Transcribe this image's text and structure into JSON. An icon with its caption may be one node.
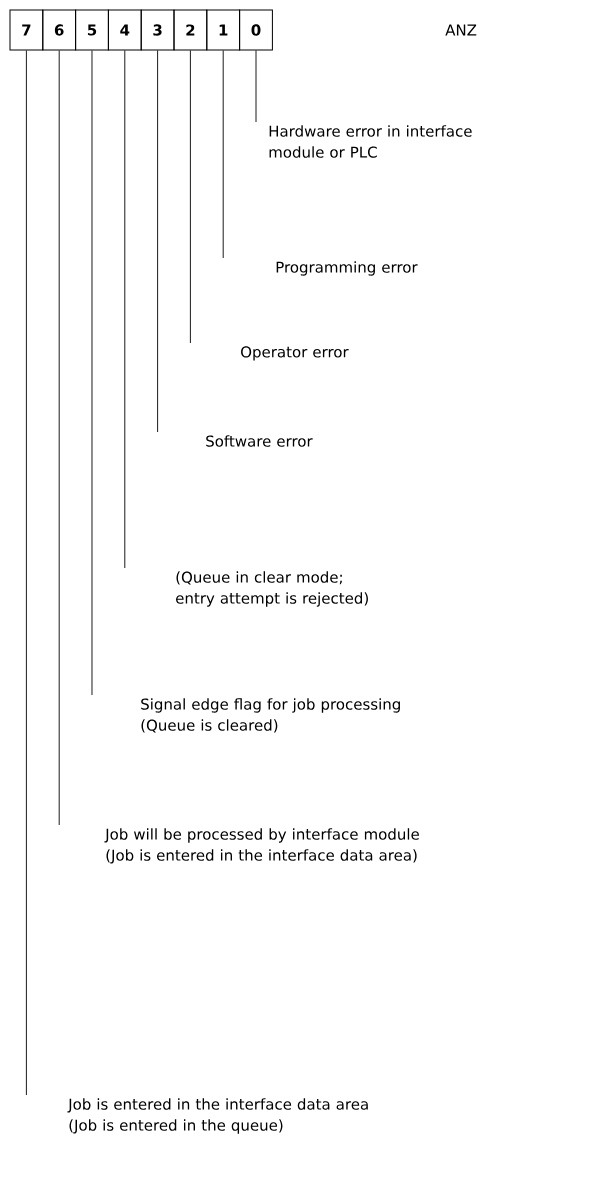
{
  "diagram": {
    "nodes": [
      {
        "text": [
          "7"
        ]
      },
      {
        "text": [
          "6"
        ]
      },
      {
        "text": [
          "5"
        ]
      },
      {
        "text": [
          "4"
        ]
      },
      {
        "text": [
          "3"
        ]
      },
      {
        "text": [
          "2"
        ]
      },
      {
        "text": [
          "1"
        ]
      },
      {
        "text": [
          "0"
        ]
      },
      {
        "text": [
          "Hardware error in interface module or PLC"
        ]
      },
      {
        "text": [
          "Programming error"
        ]
      },
      {
        "text": [
          "Operator error"
        ]
      },
      {
        "text": [
          "Software error"
        ]
      },
      {
        "text": [
          "(Queue in clear mode; entry attempt is rejected)"
        ]
      },
      {
        "text": [
          "Signal edge flag for job processing (Queue is cleared)"
        ]
      },
      {
        "text": [
          "Job will be processed by interface module (Job is entered in the interface data area)"
        ]
      },
      {
        "text": [
          "Job is entered in the interface data area (Job is entered in the queue)"
        ]
      }
    ],
    "edges": [
      {
        "from": 8,
        "to": 7,
        "arrow": "none"
      },
      {
        "from": 9,
        "to": 6,
        "arrow": "none"
      },
      {
        "from": 10,
        "to": 5,
        "arrow": "none"
      },
      {
        "from": 11,
        "to": 4,
        "arrow": "none"
      },
      {
        "from": 12,
        "to": 3,
        "arrow": "none"
      },
      {
        "from": 13,
        "to": 2,
        "arrow": "none"
      },
      {
        "from": 14,
        "to": 1,
        "arrow": "none"
      },
      {
        "from": 15,
        "to": 0,
        "arrow": "none"
      }
    ],
    "labels": [
      "ANZ"
    ]
  }
}
